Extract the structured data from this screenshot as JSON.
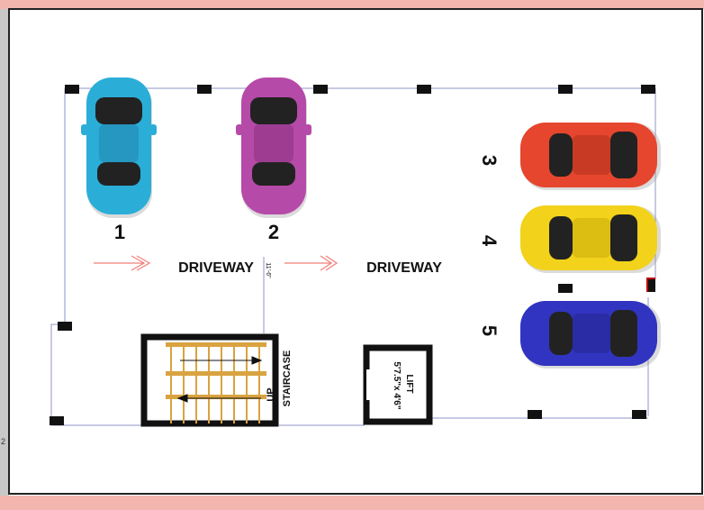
{
  "colors": {
    "top_band": "#f2b6ae",
    "bottom_band": "#f2b6ae",
    "left_bar": "#c8c8c8",
    "frame": "#222222",
    "wall_line": "#8f95c8",
    "column": "#111111",
    "arrow": "#f07f78",
    "stair_tread": "#d9a340",
    "car1": "#2aaed8",
    "car2": "#b64aa8",
    "car3": "#e5462d",
    "car4": "#f2d21a",
    "car5": "#3134c0"
  },
  "labels": {
    "driveway_left": "DRIVEWAY",
    "driveway_right": "DRIVEWAY",
    "dimension": "11'-6\"",
    "staircase": "STAIRCASE",
    "up": "UP",
    "lift_title": "LIFT",
    "lift_size": "5'7.5\"x 4'6\"",
    "edge_mark": "2"
  },
  "parking_slots": [
    {
      "number": "1",
      "color_key": "car1",
      "orientation": "vertical"
    },
    {
      "number": "2",
      "color_key": "car2",
      "orientation": "vertical"
    },
    {
      "number": "3",
      "color_key": "car3",
      "orientation": "horizontal"
    },
    {
      "number": "4",
      "color_key": "car4",
      "orientation": "horizontal"
    },
    {
      "number": "5",
      "color_key": "car5",
      "orientation": "horizontal"
    }
  ]
}
